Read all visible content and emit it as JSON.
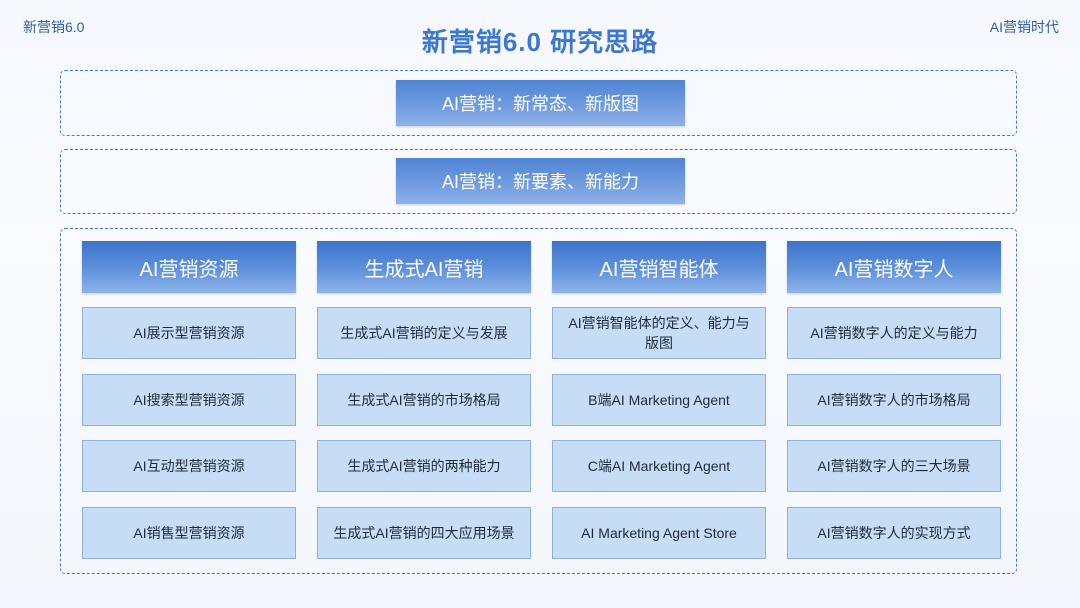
{
  "header": {
    "left_label": "新营销6.0",
    "right_label": "AI营销时代",
    "title": "新营销6.0 研究思路"
  },
  "bars": [
    "AI营销：新常态、新版图",
    "AI营销：新要素、新能力"
  ],
  "columns": [
    {
      "heading": "AI营销资源",
      "items": [
        "AI展示型营销资源",
        "AI搜索型营销资源",
        "AI互动型营销资源",
        "AI销售型营销资源"
      ]
    },
    {
      "heading": "生成式AI营销",
      "items": [
        "生成式AI营销的定义与发展",
        "生成式AI营销的市场格局",
        "生成式AI营销的两种能力",
        "生成式AI营销的四大应用场景"
      ]
    },
    {
      "heading": "AI营销智能体",
      "items": [
        "AI营销智能体的定义、能力与版图",
        "B端AI Marketing Agent",
        "C端AI Marketing Agent",
        "AI Marketing Agent Store"
      ]
    },
    {
      "heading": "AI营销数字人",
      "items": [
        "AI营销数字人的定义与能力",
        "AI营销数字人的市场格局",
        "AI营销数字人的三大场景",
        "AI营销数字人的实现方式"
      ]
    }
  ]
}
